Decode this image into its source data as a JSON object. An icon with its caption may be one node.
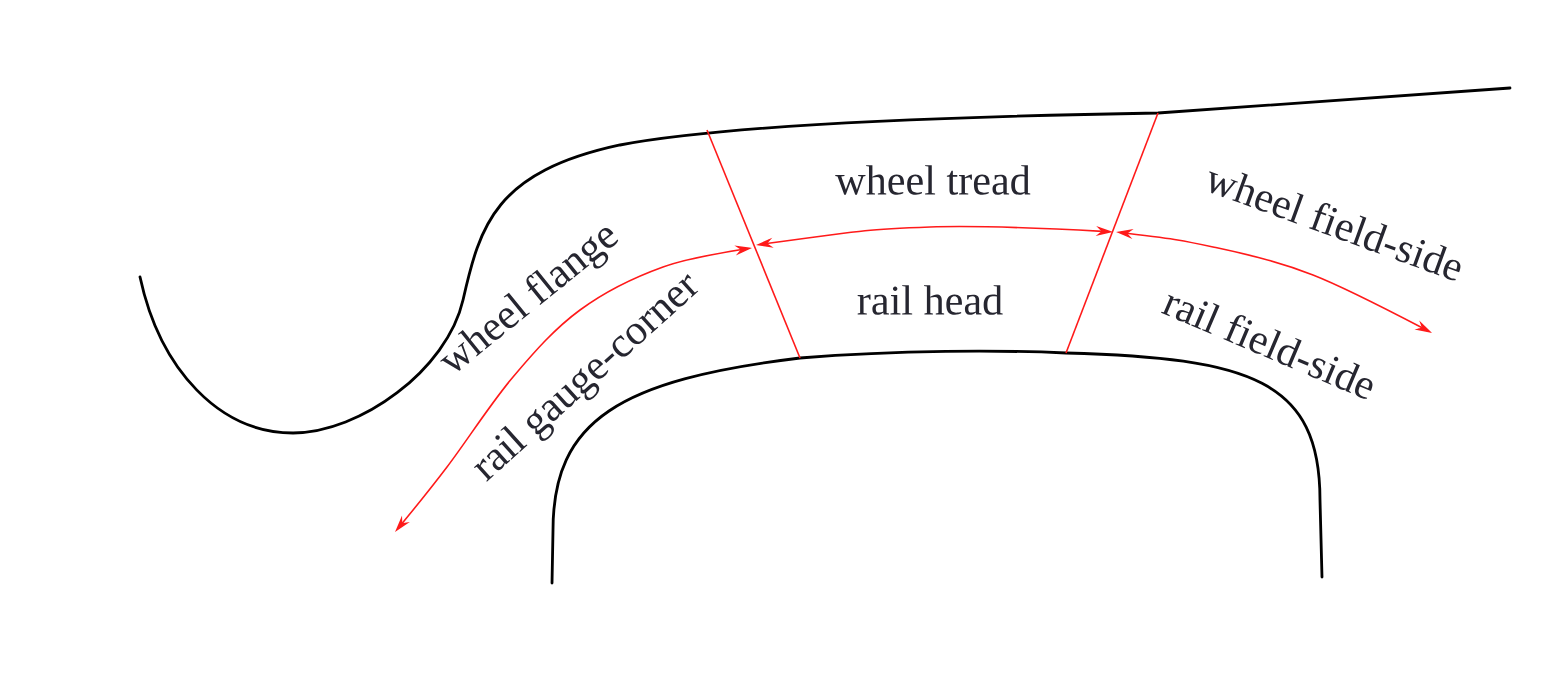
{
  "diagram": {
    "labels": [
      "wheel tread",
      "wheel flange",
      "wheel field-side",
      "rail head",
      "rail gauge-corner",
      "rail field-side"
    ]
  }
}
